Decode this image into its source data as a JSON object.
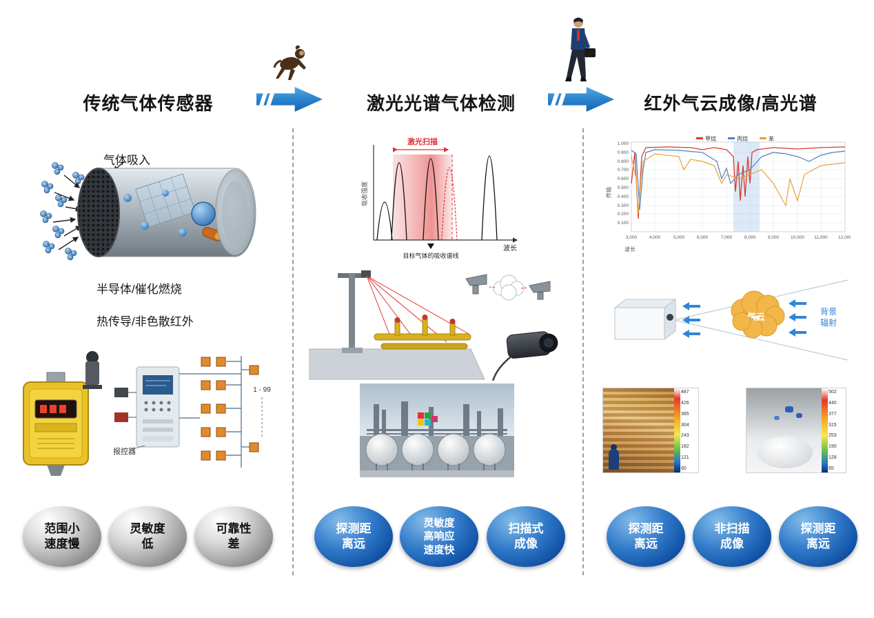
{
  "stages": {
    "stage1_title": "传统气体传感器",
    "stage2_title": "激光光谱气体检测",
    "stage3_title": "红外气云成像/高光谱"
  },
  "col1": {
    "gas_intake": "气体吸入",
    "tech_line1": "半导体/催化燃烧",
    "tech_line2": "热传导/非色散红外",
    "controller_label": "报控器",
    "range_label": "1 - 99",
    "badges": [
      "范围小\n速度慢",
      "灵敏度\n低",
      "可靠性\n差"
    ]
  },
  "col2": {
    "chart": {
      "scan_label": "激光扫描",
      "ylabel": "吸收强度",
      "xlabel": "波长",
      "annotation": "目标气体的吸收谱线"
    },
    "badges": [
      "探测距\n离远",
      "灵敏度\n高响应\n速度快",
      "扫描式\n成像"
    ]
  },
  "col3": {
    "chart": {
      "legend": [
        {
          "label": "甲烷",
          "color": "#d93a2b"
        },
        {
          "label": "丙烷",
          "color": "#4f81bd"
        },
        {
          "label": "苯",
          "color": "#e8a23c"
        }
      ],
      "ylabel": "传输",
      "xlabel": "波长",
      "x_ticks": [
        "3,000",
        "4,000",
        "5,000",
        "6,000",
        "7,000",
        "8,000",
        "9,000",
        "10,000",
        "11,000",
        "12,000"
      ],
      "y_ticks": [
        "1.000",
        "0.900",
        "0.800",
        "0.700",
        "0.600",
        "0.500",
        "0.400",
        "0.300",
        "0.200",
        "0.100"
      ]
    },
    "cloud_label": "气云",
    "radiation_line1": "背景",
    "radiation_line2": "辐射",
    "thermal_left_scale": [
      "487",
      "426",
      "365",
      "304",
      "243",
      "182",
      "121",
      "60"
    ],
    "thermal_right_scale": [
      "502",
      "440",
      "377",
      "315",
      "253",
      "190",
      "128",
      "65"
    ],
    "badges": [
      "探测距\n离远",
      "非扫描\n成像",
      "探测距\n离远"
    ]
  }
}
